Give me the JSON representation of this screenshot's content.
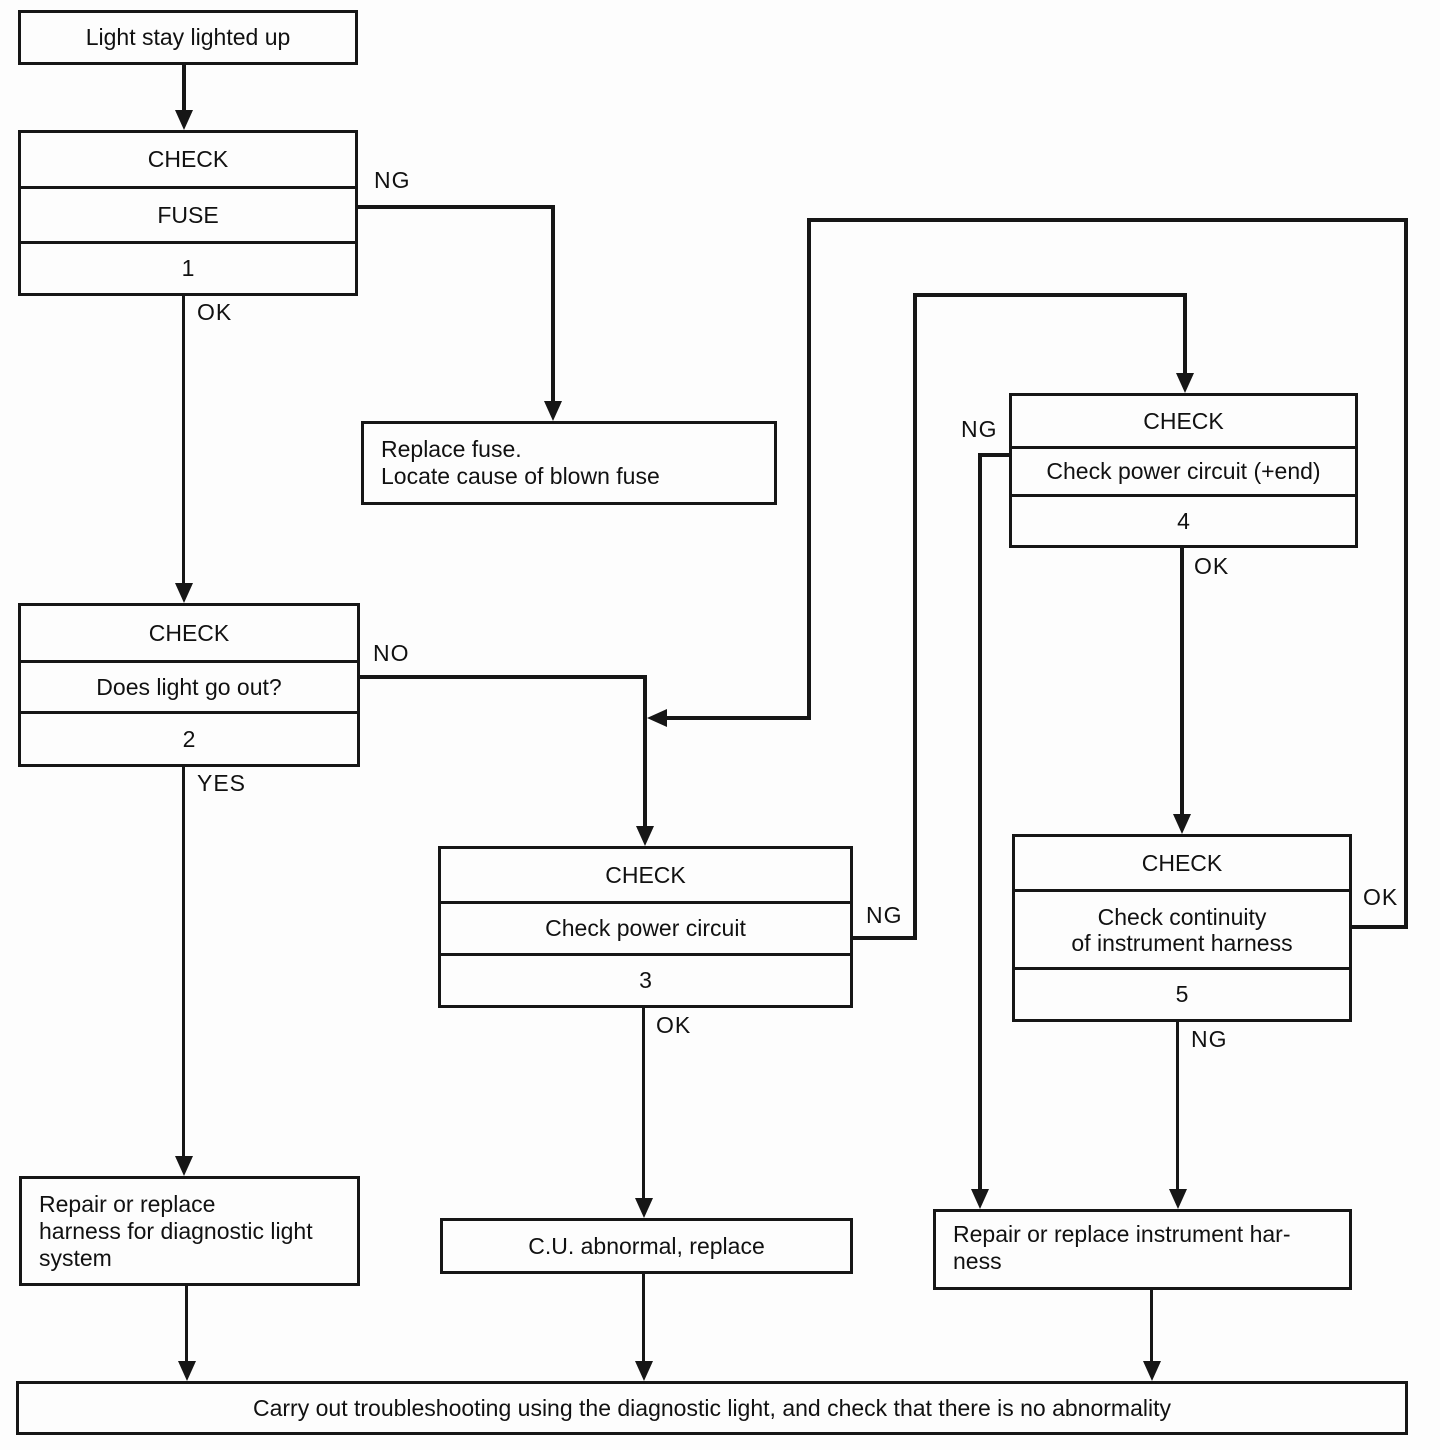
{
  "nodes": {
    "start": {
      "label": "Light stay lighted up"
    },
    "check1": {
      "header": "CHECK",
      "body": "FUSE",
      "num": "1"
    },
    "replace_fuse": {
      "line1": "Replace fuse.",
      "line2": "Locate cause of blown fuse"
    },
    "check2": {
      "header": "CHECK",
      "body": "Does light go out?",
      "num": "2"
    },
    "check3": {
      "header": "CHECK",
      "body": "Check power circuit",
      "num": "3"
    },
    "check4": {
      "header": "CHECK",
      "body": "Check power circuit (+end)",
      "num": "4"
    },
    "check5": {
      "header": "CHECK",
      "body1": "Check continuity",
      "body2": "of instrument harness",
      "num": "5"
    },
    "repair_diag": {
      "line1": "Repair or replace",
      "line2": "harness for diagnostic light",
      "line3": "system"
    },
    "cu": {
      "label": "C.U. abnormal, replace"
    },
    "repair_instr": {
      "line1": "Repair or replace instrument har-",
      "line2": "ness"
    },
    "bottom_bar": {
      "label": "Carry out troubleshooting using the diagnostic light, and check that there is no abnormality"
    }
  },
  "edge_labels": {
    "check1_ng": "NG",
    "check1_ok": "OK",
    "check2_no": "NO",
    "check2_yes": "YES",
    "check3_ng": "NG",
    "check3_ok": "OK",
    "check4_ng": "NG",
    "check4_ok": "OK",
    "check5_ok": "OK",
    "check5_ng": "NG"
  },
  "colors": {
    "line": "#161616",
    "background": "#fdfdfd"
  }
}
